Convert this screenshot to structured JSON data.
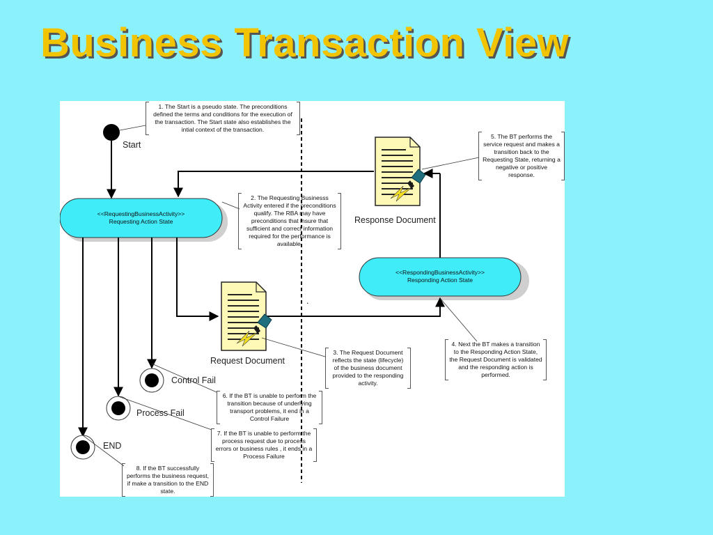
{
  "title": "Business Transaction View",
  "states": {
    "requesting": {
      "stereotype": "<<RequestingBusinessActivity>>",
      "name": "Requesting Action State"
    },
    "responding": {
      "stereotype": "<<RespondingBusinessActivity>>",
      "name": "Responding Action State"
    }
  },
  "labels": {
    "start": "Start",
    "response_document": "Response Document",
    "request_document": "Request Document",
    "control_fail": "Control Fail",
    "process_fail": "Process Fail",
    "end": "END",
    "dot": "."
  },
  "notes": {
    "n1": "1. The Start is a pseudo state. The preconditions defined the terms and conditions for the execution of the transaction. The Start state also establishes the intial context of the transaction.",
    "n2": "2. The Requesting Businesss Activity entered if the preconditions qualify. The RBA may have preconditions that insure that sufficient and correct information required for the performance is available.",
    "n3": "3. The Request Document reflects the state (lifecycle) of the business document provided to the responding activity.",
    "n4": "4. Next the BT makes a transition to the Responding Action State, the Request Document is validated and the responding action is performed.",
    "n5": "5. The BT performs the service request and makes a transition back to the Requesting State, returning a negative or positive response.",
    "n6": "6. If the BT is unable to perform the transition because of underlying transport problems, it end in a Control Failure",
    "n7": "7. If the BT is unable to perform the process request due to process errors or business rules , it ends in a Process Failure",
    "n8": "8. If the BT successfully performs the business request, if make a transition to the END state."
  },
  "colors": {
    "background": "#8bf2fb",
    "title": "#f2c400",
    "state_fill": "#3fecf8",
    "document_fill": "#fff9b8",
    "seal": "#1f6f7f",
    "lightning": "#f5e020"
  }
}
